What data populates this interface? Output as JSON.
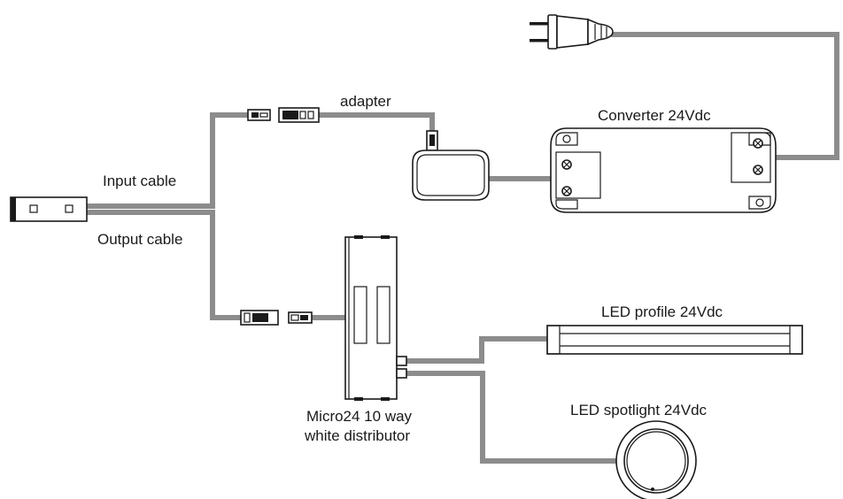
{
  "labels": {
    "adapter": "adapter",
    "converter": "Converter 24Vdc",
    "input_cable": "Input cable",
    "output_cable": "Output cable",
    "led_profile": "LED profile 24Vdc",
    "led_spotlight": "LED spotlight 24Vdc",
    "distributor_line1": "Micro24 10 way",
    "distributor_line2": "white distributor"
  }
}
